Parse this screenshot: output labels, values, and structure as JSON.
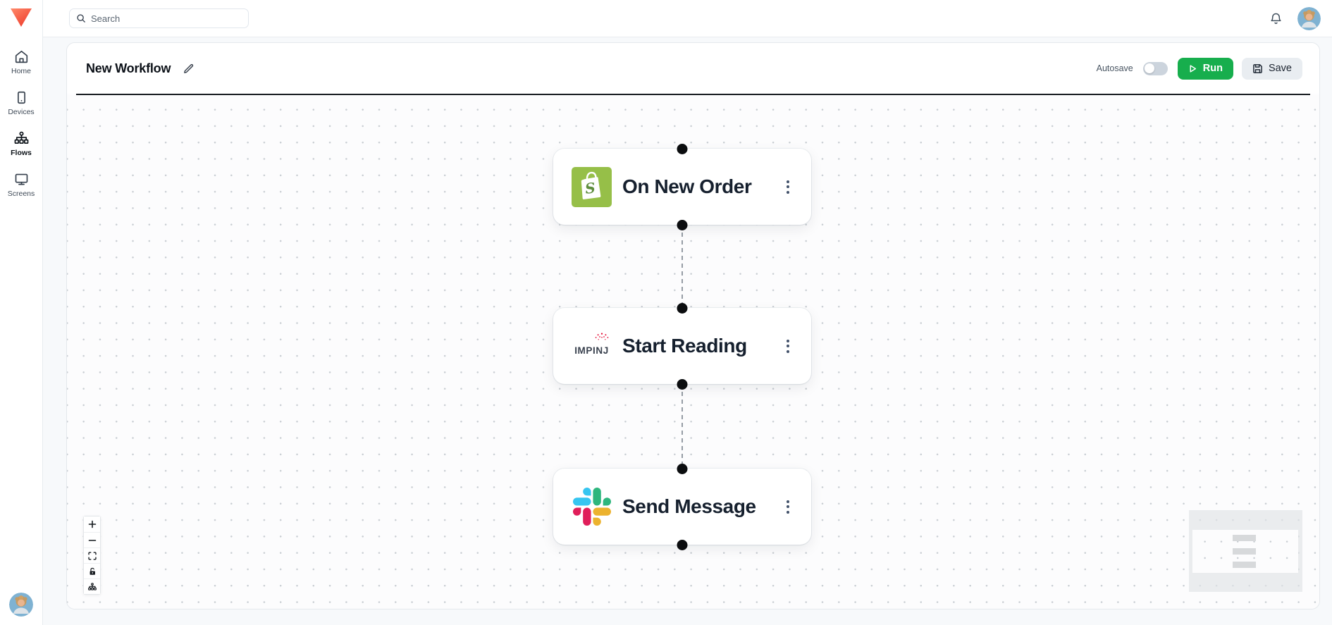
{
  "sidebar": {
    "items": [
      {
        "label": "Home",
        "icon": "home-icon",
        "active": false
      },
      {
        "label": "Devices",
        "icon": "devices-icon",
        "active": false
      },
      {
        "label": "Flows",
        "icon": "flows-icon",
        "active": true
      },
      {
        "label": "Screens",
        "icon": "screens-icon",
        "active": false
      }
    ]
  },
  "topbar": {
    "search_placeholder": "Search",
    "icons": [
      "search-icon",
      "bell-icon",
      "user-avatar"
    ]
  },
  "workflow": {
    "title": "New Workflow",
    "autosave_label": "Autosave",
    "autosave_enabled": false,
    "run_label": "Run",
    "save_label": "Save"
  },
  "canvas": {
    "nodes": [
      {
        "label": "On New Order",
        "icon": "shopify-icon"
      },
      {
        "label": "Start Reading",
        "icon": "impinj-logo",
        "logo_text": "IMPINJ"
      },
      {
        "label": "Send Message",
        "icon": "slack-icon"
      }
    ],
    "controls": [
      "zoom-in",
      "zoom-out",
      "fit-view",
      "toggle-interactivity",
      "auto-layout"
    ]
  },
  "colors": {
    "brand_gradient_start": "#FF8A6B",
    "brand_gradient_end": "#EE3B2B",
    "run_button_green": "#17AE4D",
    "header_divider": "#171B20",
    "node_text": "#16202E",
    "shopify_green": "#96BF48",
    "impinj_red": "#E4002B",
    "slack_blue": "#36C5F0",
    "slack_green": "#2EB67D",
    "slack_yellow": "#ECB22E",
    "slack_red": "#E01E5A"
  }
}
